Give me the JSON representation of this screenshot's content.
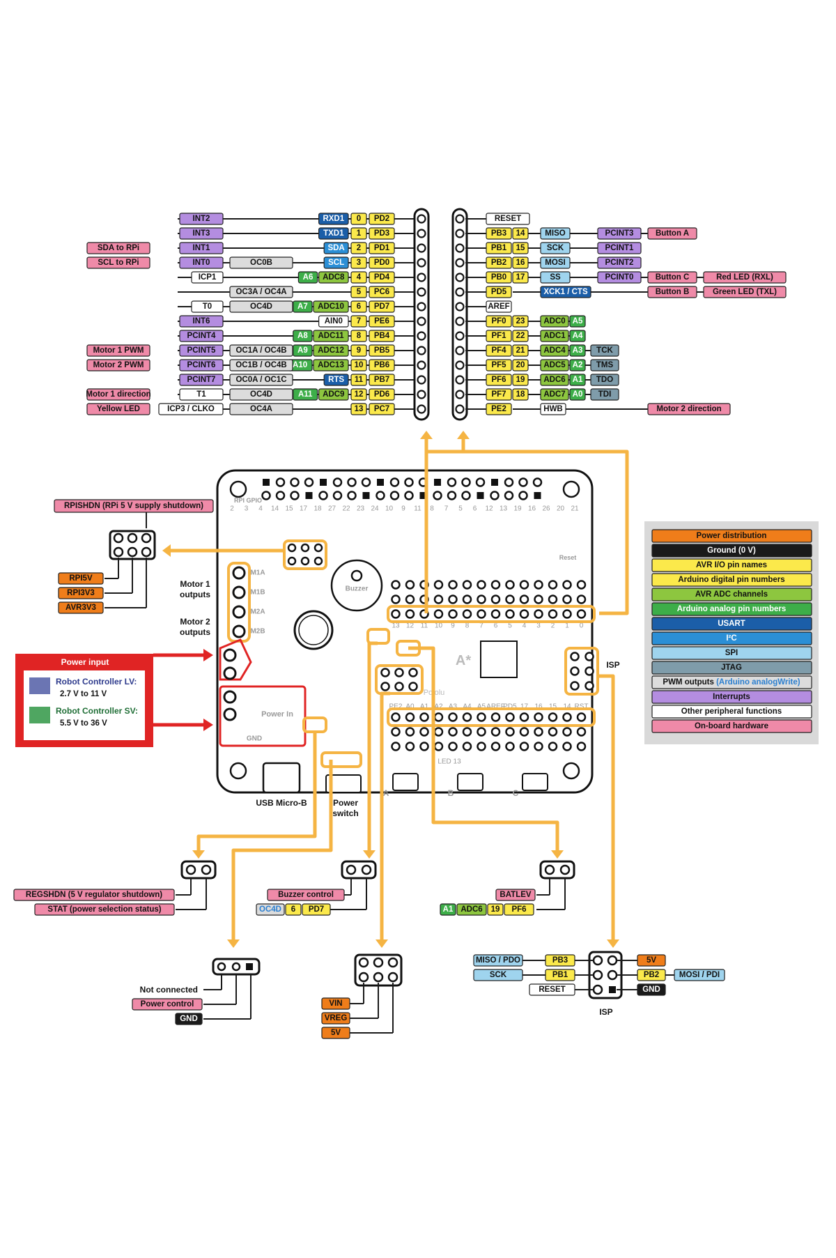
{
  "colors": {
    "power": "#ef7d1a",
    "ground": "#1a1a1a",
    "avr_io": "#fbe94b",
    "digital": "#fbe94b",
    "adc": "#8dc63f",
    "analog_pin": "#3dae49",
    "usart": "#1b5ea8",
    "i2c": "#2b8fd6",
    "spi": "#9fd4ee",
    "jtag": "#7f9caa",
    "pwm": "#dcdcdc",
    "interrupt": "#b48de0",
    "other": "#ffffff",
    "onboard": "#ef8aa8",
    "wire": "#1a1a1a",
    "arrow": "#f5b443",
    "power_box": "#e02424"
  },
  "legend": {
    "items": [
      {
        "label": "Power distribution",
        "kind": "power"
      },
      {
        "label": "Ground (0 V)",
        "kind": "ground"
      },
      {
        "label": "AVR I/O pin names",
        "kind": "avr_io"
      },
      {
        "label": "Arduino digital pin numbers",
        "kind": "digital"
      },
      {
        "label": "AVR ADC channels",
        "kind": "adc"
      },
      {
        "label": "Arduino analog pin numbers",
        "kind": "analog_pin"
      },
      {
        "label": "USART",
        "kind": "usart"
      },
      {
        "label": "I²C",
        "kind": "i2c"
      },
      {
        "label": "SPI",
        "kind": "spi"
      },
      {
        "label": "JTAG",
        "kind": "jtag"
      },
      {
        "label": "PWM outputs",
        "label_extra": "(Arduino analogWrite)",
        "kind": "pwm"
      },
      {
        "label": "Interrupts",
        "kind": "interrupt"
      },
      {
        "label": "Other peripheral functions",
        "kind": "other"
      },
      {
        "label": "On-board hardware",
        "kind": "onboard"
      }
    ]
  },
  "left_header": {
    "rows": [
      {
        "board": [
          "INT2"
        ],
        "func": [
          "RXD1"
        ],
        "dig": "0",
        "pin": "PD2"
      },
      {
        "board": [
          "INT3"
        ],
        "func": [
          "TXD1"
        ],
        "dig": "1",
        "pin": "PD3"
      },
      {
        "board": [
          "SDA to RPi",
          "INT1"
        ],
        "func": [
          "SDA"
        ],
        "dig": "2",
        "pin": "PD1"
      },
      {
        "board": [
          "SCL to RPi",
          "INT0",
          "OC0B"
        ],
        "func": [
          "SCL"
        ],
        "dig": "3",
        "pin": "PD0"
      },
      {
        "board": [
          "ICP1"
        ],
        "func": [
          "A6",
          "ADC8"
        ],
        "dig": "4",
        "pin": "PD4"
      },
      {
        "board": [
          "OC3A / OC4A"
        ],
        "func": [],
        "dig": "5",
        "pin": "PC6"
      },
      {
        "board": [
          "T0",
          "OC4D"
        ],
        "func": [
          "A7",
          "ADC10"
        ],
        "dig": "6",
        "pin": "PD7"
      },
      {
        "board": [
          "INT6"
        ],
        "func": [
          "AIN0"
        ],
        "dig": "7",
        "pin": "PE6"
      },
      {
        "board": [
          "PCINT4"
        ],
        "func": [
          "A8",
          "ADC11"
        ],
        "dig": "8",
        "pin": "PB4"
      },
      {
        "board": [
          "Motor 1 PWM",
          "PCINT5",
          "OC1A / OC4B"
        ],
        "func": [
          "A9",
          "ADC12"
        ],
        "dig": "9",
        "pin": "PB5"
      },
      {
        "board": [
          "Motor 2 PWM",
          "PCINT6",
          "OC1B / OC4B"
        ],
        "func": [
          "A10",
          "ADC13"
        ],
        "dig": "10",
        "pin": "PB6"
      },
      {
        "board": [
          "PCINT7",
          "OC0A / OC1C"
        ],
        "func": [
          "RTS"
        ],
        "dig": "11",
        "pin": "PB7"
      },
      {
        "board": [
          "Motor 1 direction",
          "T1",
          "OC4D"
        ],
        "func": [
          "A11",
          "ADC9"
        ],
        "dig": "12",
        "pin": "PD6"
      },
      {
        "board": [
          "Yellow LED",
          "ICP3 / CLKO",
          "OC4A"
        ],
        "func": [],
        "dig": "13",
        "pin": "PC7"
      }
    ]
  },
  "right_header": {
    "rows": [
      {
        "pin": "RESET",
        "dig": "",
        "func": [],
        "extra": []
      },
      {
        "pin": "PB3",
        "dig": "14",
        "func": [
          "MISO",
          "PCINT3"
        ],
        "extra": [
          "Button A"
        ]
      },
      {
        "pin": "PB1",
        "dig": "15",
        "func": [
          "SCK",
          "PCINT1"
        ],
        "extra": []
      },
      {
        "pin": "PB2",
        "dig": "16",
        "func": [
          "MOSI",
          "PCINT2"
        ],
        "extra": []
      },
      {
        "pin": "PB0",
        "dig": "17",
        "func": [
          "SS",
          "PCINT0"
        ],
        "extra": [
          "Button C",
          "Red LED (RXL)"
        ]
      },
      {
        "pin": "PD5",
        "dig": "",
        "func": [
          "XCK1 / CTS"
        ],
        "extra": [
          "Button B",
          "Green LED (TXL)"
        ]
      },
      {
        "pin": "AREF",
        "dig": "",
        "func": [],
        "extra": []
      },
      {
        "pin": "PF0",
        "dig": "23",
        "func": [
          "ADC0",
          "A5"
        ],
        "extra": []
      },
      {
        "pin": "PF1",
        "dig": "22",
        "func": [
          "ADC1",
          "A4"
        ],
        "extra": []
      },
      {
        "pin": "PF4",
        "dig": "21",
        "func": [
          "ADC4",
          "A3",
          "TCK"
        ],
        "extra": []
      },
      {
        "pin": "PF5",
        "dig": "20",
        "func": [
          "ADC5",
          "A2",
          "TMS"
        ],
        "extra": []
      },
      {
        "pin": "PF6",
        "dig": "19",
        "func": [
          "ADC6",
          "A1",
          "TDO"
        ],
        "extra": []
      },
      {
        "pin": "PF7",
        "dig": "18",
        "func": [
          "ADC7",
          "A0",
          "TDI"
        ],
        "extra": []
      },
      {
        "pin": "PE2",
        "dig": "",
        "func": [
          "HWB"
        ],
        "extra": [
          "Motor 2 direction"
        ]
      }
    ]
  },
  "board": {
    "rpi_gpio_label": "RPI GPIO",
    "gpio_numbers": [
      "2",
      "3",
      "4",
      "14",
      "15",
      "17",
      "18",
      "27",
      "22",
      "23",
      "24",
      "10",
      "9",
      "11",
      "8",
      "7",
      "5",
      "6",
      "12",
      "13",
      "19",
      "16",
      "26",
      "20",
      "21"
    ],
    "buzzer": "Buzzer",
    "motor1_outputs": "Motor 1\noutputs",
    "motor2_outputs": "Motor 2\noutputs",
    "motor_pin_labels": [
      "M1A",
      "M1B",
      "M2A",
      "M2B"
    ],
    "gnd": "GND",
    "isp": "ISP",
    "power_in": "Power In",
    "reset": "Reset",
    "brand": "Pololu",
    "a_star": "A*",
    "bottom_pin_labels": [
      "PE2",
      "A0",
      "A1",
      "A2",
      "A3",
      "A4",
      "A5",
      "AREF",
      "PD5",
      "17",
      "16",
      "15",
      "14",
      "RST"
    ],
    "top_pin_labels": [
      "13",
      "12",
      "11",
      "10",
      "9",
      "8",
      "7",
      "6",
      "5",
      "4",
      "3",
      "2",
      "1",
      "0"
    ],
    "usb_label": "USB Micro-B",
    "power_switch_label": "Power\nswitch",
    "buttons": [
      "A",
      "B",
      "C"
    ],
    "led13": "LED 13"
  },
  "rpishdn": {
    "title": "RPISHDN (RPi 5 V supply shutdown)",
    "pins": [
      "RPI5V",
      "RPI3V3",
      "AVR3V3"
    ]
  },
  "power_input": {
    "title": "Power input",
    "lv_name": "Robot Controller LV:",
    "lv_range": "2.7 V to 11 V",
    "sv_name": "Robot Controller SV:",
    "sv_range": "5.5 V to 36 V"
  },
  "bottom_groups": {
    "regshdn": {
      "pins": [
        "REGSHDN (5 V regulator shutdown)",
        "STAT (power selection status)"
      ]
    },
    "buzzer": {
      "title": "Buzzer control",
      "pins": [
        "OC4D",
        "6",
        "PD7"
      ]
    },
    "batlev": {
      "title": "BATLEV",
      "pins": [
        "A1",
        "ADC6",
        "19",
        "PF6"
      ]
    },
    "power_ctrl": {
      "pins": [
        "Not connected",
        "Power control",
        "GND"
      ]
    },
    "vin": {
      "pins": [
        "VIN",
        "VREG",
        "5V"
      ]
    },
    "isp": {
      "title": "ISP",
      "left": [
        [
          "MISO / PDO",
          "PB3"
        ],
        [
          "SCK",
          "PB1"
        ],
        [
          "RESET"
        ]
      ],
      "right": [
        [
          "5V"
        ],
        [
          "PB2",
          "MOSI / PDI"
        ],
        [
          "GND"
        ]
      ]
    }
  }
}
